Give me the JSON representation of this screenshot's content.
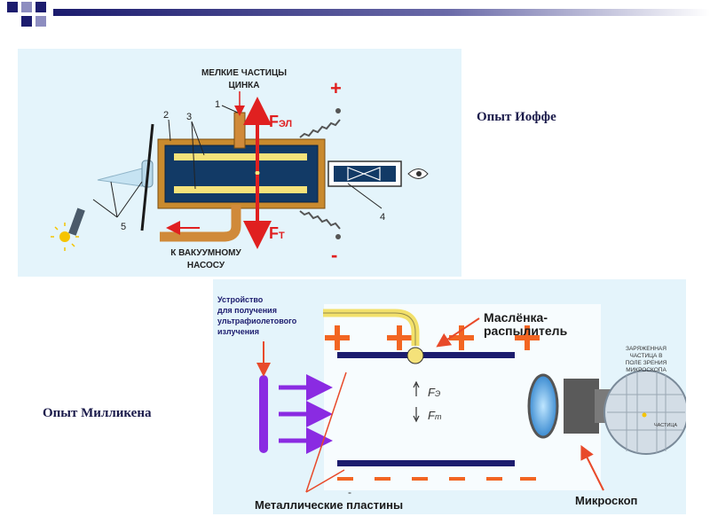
{
  "slide": {
    "colors": {
      "accent_dark": "#1c1c6e",
      "panel_bg": "#e4f4fb",
      "red": "#e02020",
      "orange": "#f26522",
      "purple": "#8a2be2",
      "yellow": "#f5e27a",
      "tube_dark": "#123a66"
    }
  },
  "ioffe": {
    "caption": "Опыт Иоффе",
    "label_particles_line1": "МЕЛКИЕ ЧАСТИЦЫ",
    "label_particles_line2": "ЦИНКА",
    "num_1": "1",
    "num_2": "2",
    "num_3": "3",
    "num_4": "4",
    "num_5": "5",
    "force_el_main": "F",
    "force_el_sub": "ЭЛ",
    "force_t_main": "F",
    "force_t_sub": "Т",
    "plus": "+",
    "minus": "-",
    "label_pump_line1": "К ВАКУУМНОМУ",
    "label_pump_line2": "НАСОСУ"
  },
  "millikan": {
    "caption": "Опыт Милликена",
    "uv_line1": "Устройство",
    "uv_line2": "для получения",
    "uv_line3": "ультрафиолетового",
    "uv_line4": "излучения",
    "oiler_line1": "Маслёнка-",
    "oiler_line2": "распылитель",
    "force_e_main": "F",
    "force_e_sub": "Э",
    "force_m_main": "F",
    "force_m_sub": "m",
    "view_line1": "ЗАРЯЖЕННАЯ",
    "view_line2": "ЧАСТИЦА В",
    "view_line3": "ПОЛЕ ЗРЕНИЯ",
    "view_line4": "МИКРОСКОПА",
    "view_particle": "ЧАСТИЦА",
    "plates_label": "Металлические пластины",
    "microscope_label": "Микроскоп",
    "minus": "-"
  }
}
